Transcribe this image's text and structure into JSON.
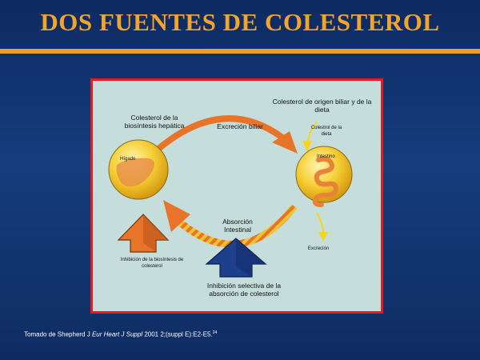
{
  "title": "DOS FUENTES DE COLESTEROL",
  "diagram": {
    "liver_source_label": "Colesterol de la biosíntesis hepática",
    "biliary_excretion_label": "Excreción biliar",
    "biliary_diet_label": "Colesterol de origen biliar y de la dieta",
    "liver_label": "Hígado",
    "intestine_label": "Intestino",
    "diet_cholesterol_label": "Colestrol de la dieta",
    "intestinal_absorption_label": "Absorción Intestinal",
    "excretion_label": "Excreción",
    "biosynthesis_inhibition_label": "Inhibición de la biosíntesis de colesterol",
    "selective_inhibition_label": "Inhibición selectiva de la absorción de colesterol",
    "colors": {
      "panel_bg": "#c6dedb",
      "border": "#e21d1d",
      "orange_arrow": "#e8742a",
      "blue_arrow": "#1e3f8c",
      "sphere": "#f3c52a"
    }
  },
  "citation": {
    "prefix": "Tomado de Shepherd J ",
    "journal": "Eur Heart J Suppl",
    "suffix": " 2001 2;(suppl E):E2-E5.",
    "ref": "24"
  }
}
